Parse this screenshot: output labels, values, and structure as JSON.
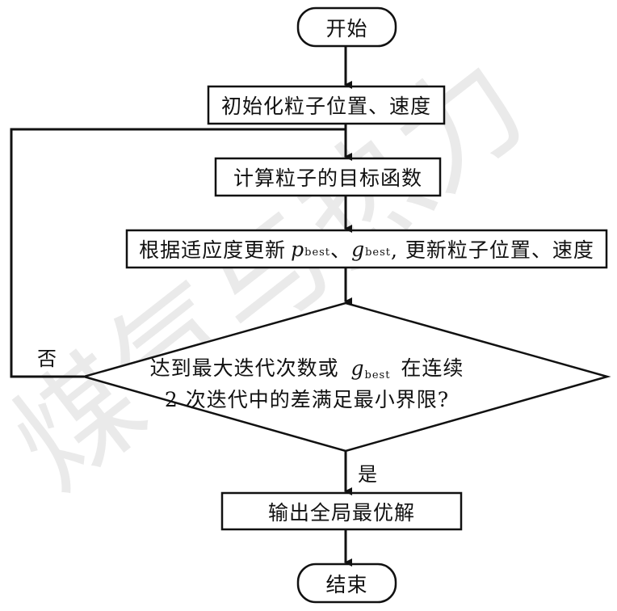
{
  "watermark": "煤气与热力",
  "nodes": {
    "start": "开始",
    "init": "初始化粒子位置、速度",
    "compute": "计算粒子的目标函数",
    "update": {
      "prefix": "根据适应度更新",
      "p": "p",
      "p_sub": "best",
      "sep": "、",
      "g": "g",
      "g_sub": "best",
      "suffix": ", 更新粒子位置、速度"
    },
    "decision": {
      "line1_prefix": "达到最大迭代次数或",
      "g": "g",
      "g_sub": "best",
      "line1_suffix": "在连续",
      "line2": "2 次迭代中的差满足最小界限?"
    },
    "output": "输出全局最优解",
    "end": "结束"
  },
  "branches": {
    "no": "否",
    "yes": "是"
  },
  "colors": {
    "stroke": "#111111",
    "watermark": "#c8c8c8"
  }
}
